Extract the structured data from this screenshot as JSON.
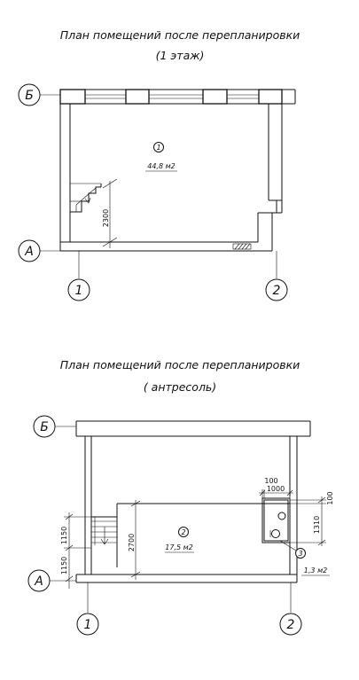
{
  "plan1": {
    "title_line1": "План помещений после перепланировки",
    "title_line2": "(1 этаж)",
    "room_number": "1",
    "room_area": "44,8 м2",
    "dim_stair": "2300"
  },
  "plan2": {
    "title_line1": "План помещений после перепланировки",
    "title_line2": "( антресоль)",
    "room_number": "2",
    "room_area": "17,5 м2",
    "small_room_number": "3",
    "small_room_area": "1,3 м2",
    "dim_height": "2700",
    "dim_stair_a": "1150",
    "dim_stair_b": "1150",
    "dim_top_a": "100",
    "dim_top_b": "1000",
    "dim_right_a": "100",
    "dim_right_b": "1310"
  },
  "axes": {
    "row_b": "Б",
    "row_a": "А",
    "col_1": "1",
    "col_2": "2"
  }
}
